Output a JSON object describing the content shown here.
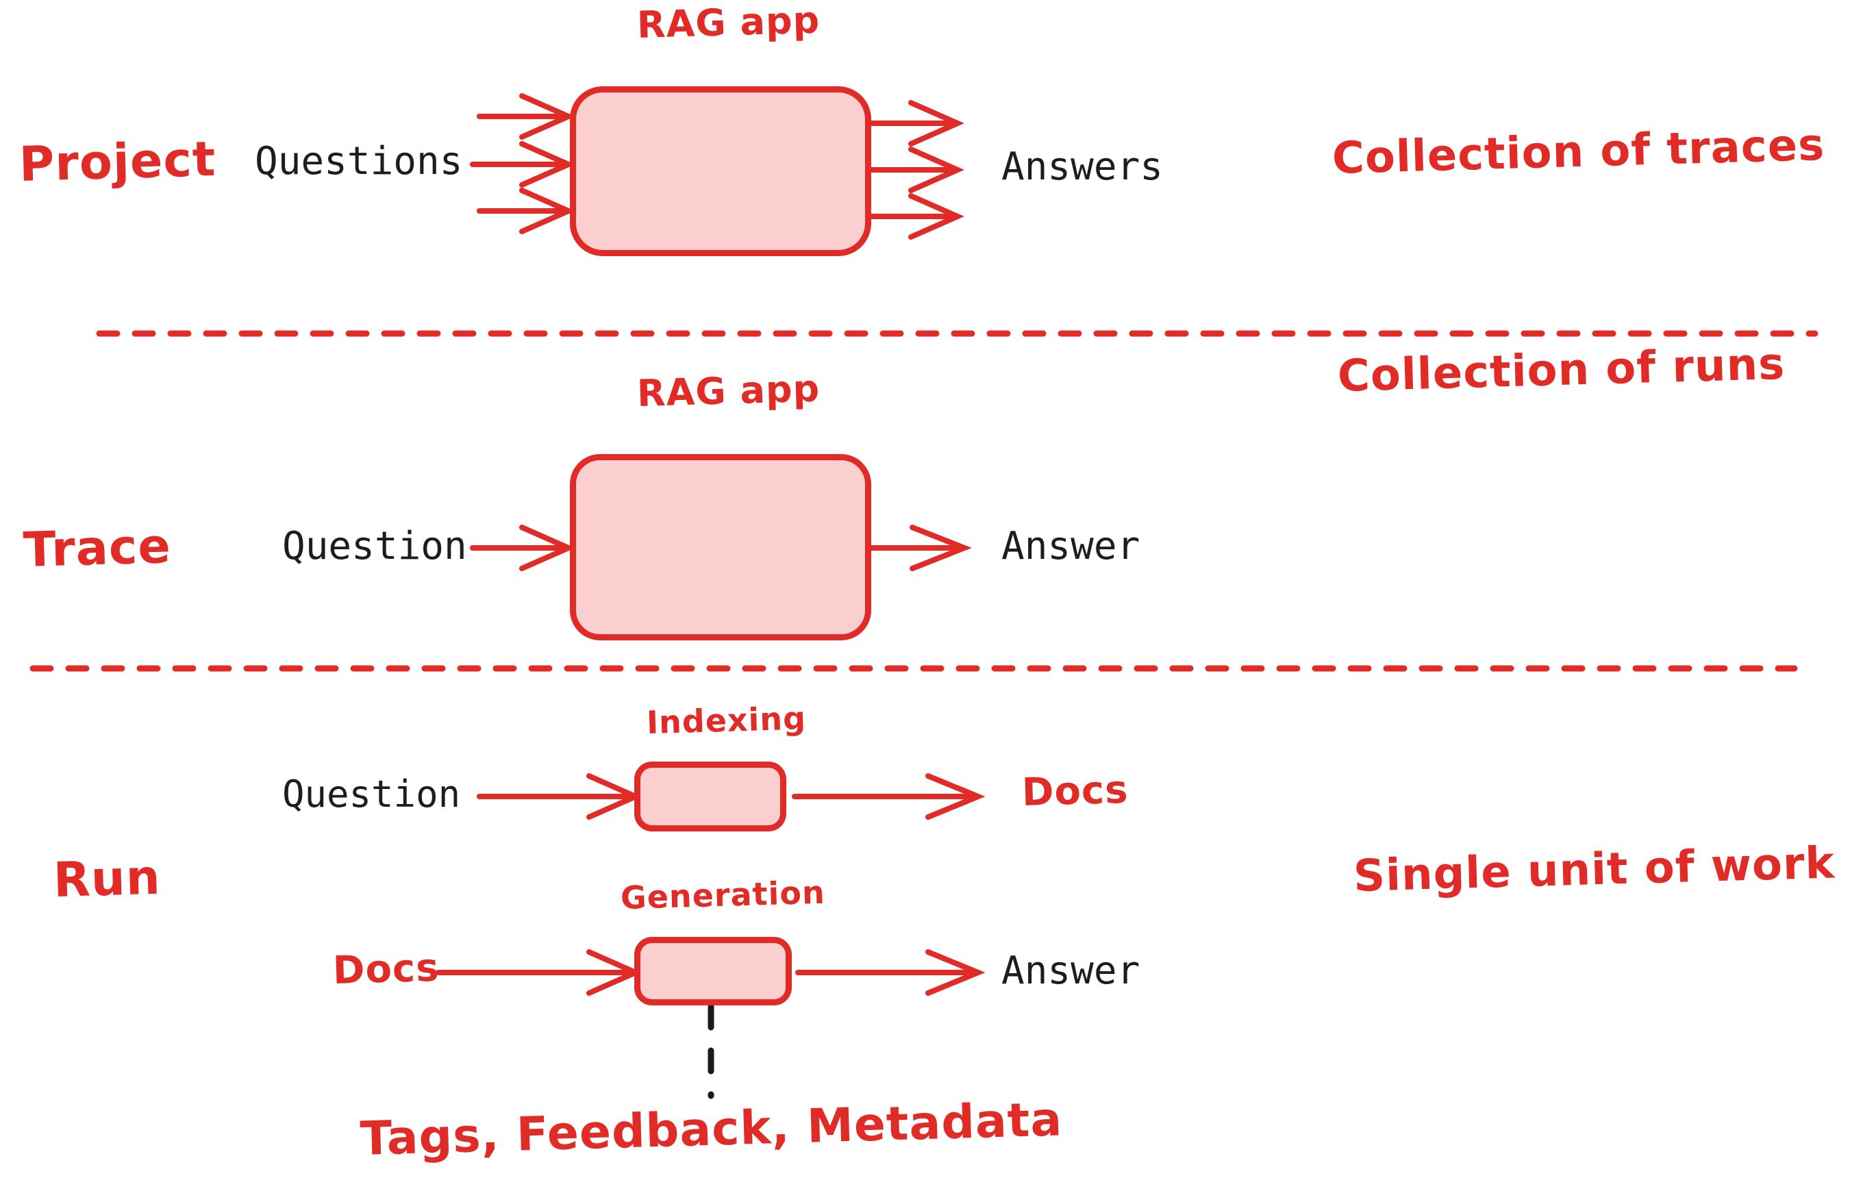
{
  "diagram": {
    "title_colors": {
      "accent_red": "#e02b27",
      "box_fill": "#fbcfcf",
      "text_black": "#1d1d1d",
      "dash_black": "#1a1a1a"
    },
    "sections": [
      {
        "id": "project",
        "left_label": "Project",
        "input_label": "Questions",
        "box_label": "RAG app",
        "output_label": "Answers",
        "right_label": "Collection of traces",
        "arrow_count_in": 3,
        "arrow_count_out": 3
      },
      {
        "id": "trace",
        "left_label": "Trace",
        "input_label": "Question",
        "box_label": "RAG app",
        "output_label": "Answer",
        "right_label": "Collection of runs",
        "arrow_count_in": 1,
        "arrow_count_out": 1
      },
      {
        "id": "run",
        "left_label": "Run",
        "right_label": "Single unit of work",
        "rows": [
          {
            "input_label": "Question",
            "box_label": "Indexing",
            "output_label": "Docs",
            "input_color": "black",
            "output_color": "red"
          },
          {
            "input_label": "Docs",
            "box_label": "Generation",
            "output_label": "Answer",
            "input_color": "red",
            "output_color": "black"
          }
        ],
        "annotation_label": "Tags, Feedback, Metadata"
      }
    ],
    "dividers": 2
  }
}
